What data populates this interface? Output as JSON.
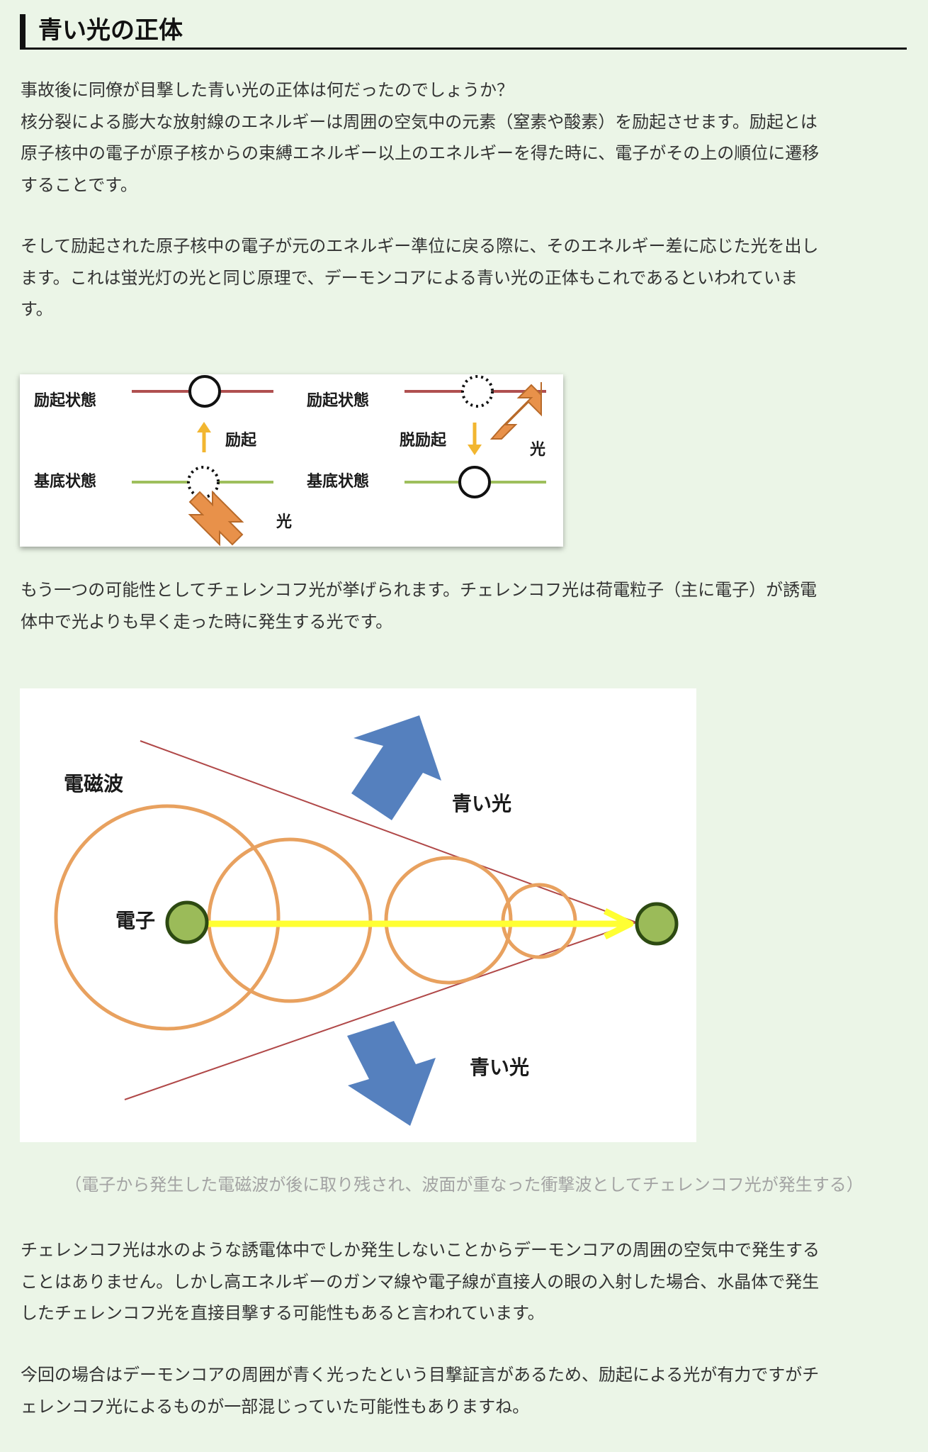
{
  "heading": "青い光の正体",
  "para1": [
    "事故後に同僚が目撃した青い光の正体は何だったのでしょうか？",
    "核分裂による膨大な放射線のエネルギーは周囲の空気中の元素（窒素や酸素）を励起させます。励起とは",
    "原子核中の電子が原子核からの束縛エネルギー以上のエネルギーを得た時に、電子がその上の順位に遷移",
    "することです。"
  ],
  "para2": [
    "そして励起された原子核中の電子が元のエネルギー準位に戻る際に、そのエネルギー差に応じた光を出し",
    "ます。これは蛍光灯の光と同じ原理で、デーモンコアによる青い光の正体もこれであるといわれていま",
    "す。"
  ],
  "figure1": {
    "excited_label_left": "励起状態",
    "ground_label_left": "基底状態",
    "excitation_label": "励起",
    "light_label_left": "光",
    "excited_label_right": "励起状態",
    "ground_label_right": "基底状態",
    "deexcitation_label": "脱励起",
    "light_label_right": "光",
    "colors": {
      "excited_line": "#b05050",
      "ground_line": "#9ebf5c",
      "arrow_yellow": "#f2b630",
      "arrow_orange": "#e8914a"
    }
  },
  "para3": [
    "もう一つの可能性としてチェレンコフ光が挙げられます。チェレンコフ光は荷電粒子（主に電子）が誘電",
    "体中で光よりも早く走った時に発生する光です。"
  ],
  "figure2": {
    "em_wave_label": "電磁波",
    "electron_label": "電子",
    "blue_light_top": "青い光",
    "blue_light_bottom": "青い光",
    "colors": {
      "wave": "#e8a15f",
      "cone": "#b04848",
      "track": "#ffff33",
      "electron": "#9bbb59",
      "blue_arrow": "#5580be"
    }
  },
  "caption": "（電子から発生した電磁波が後に取り残され、波面が重なった衝撃波としてチェレンコフ光が発生する）",
  "para4": [
    "チェレンコフ光は水のような誘電体中でしか発生しないことからデーモンコアの周囲の空気中で発生する",
    "ことはありません。しかし高エネルギーのガンマ線や電子線が直接人の眼の入射した場合、水晶体で発生",
    "したチェレンコフ光を直接目撃する可能性もあると言われています。"
  ],
  "para5": [
    "今回の場合はデーモンコアの周囲が青く光ったという目撃証言があるため、励起による光が有力ですがチ",
    "ェレンコフ光によるものが一部混じっていた可能性もありますね。"
  ]
}
